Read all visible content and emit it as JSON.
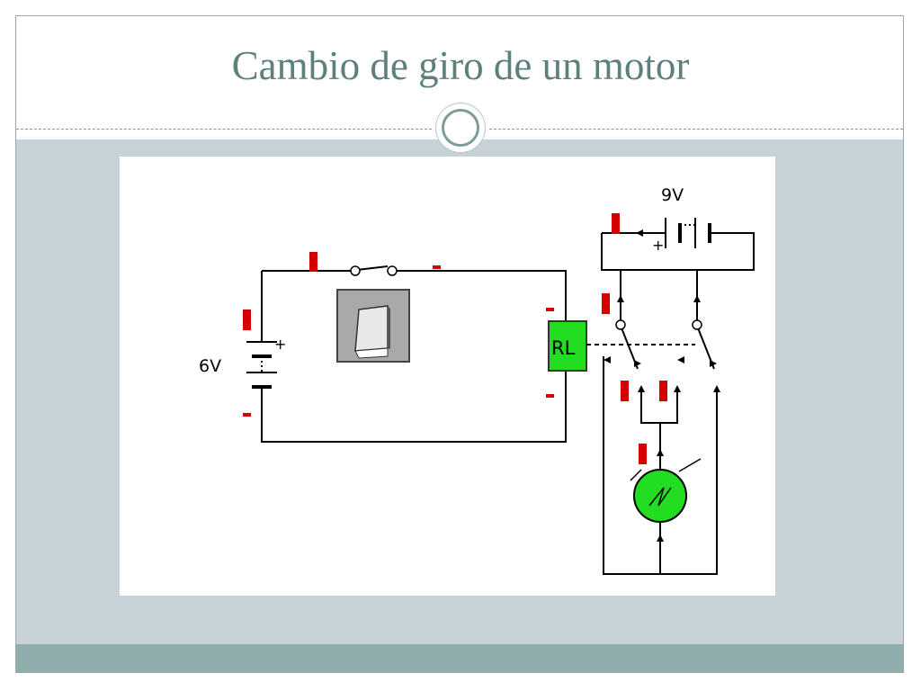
{
  "slide": {
    "title": "Cambio de giro de un motor"
  },
  "diagram": {
    "battery_left_label": "6V",
    "battery_right_label": "9V",
    "relay_label": "RL",
    "plus_sign": "+",
    "colors": {
      "wire": "#000000",
      "relay_fill": "#22dd22",
      "motor_fill": "#22dd22",
      "indicator": "#d40000",
      "switch_panel": "#a9a9a9"
    },
    "icons": [
      "battery-symbol",
      "switch-symbol",
      "relay-coil",
      "relay-contacts",
      "motor-symbol",
      "switch-button-icon"
    ]
  }
}
